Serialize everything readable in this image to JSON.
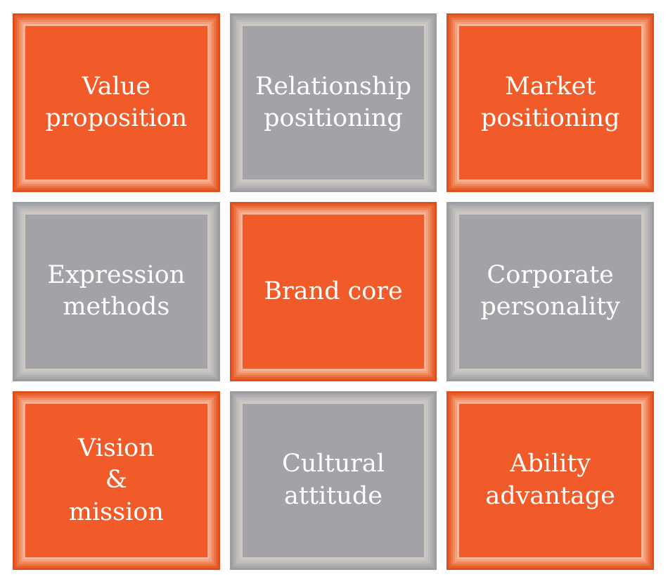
{
  "colors": {
    "background": "#FFFFFF",
    "text": "#FFFFFF",
    "orange_panel": "#F15A29",
    "orange_frame_outer": "#DF4E1D",
    "orange_frame_inner": "#F8B497",
    "gray_panel": "#A2A2A7",
    "gray_frame_outer": "#9B9CA0",
    "gray_frame_inner": "#CDC8C3"
  },
  "grid": {
    "rows": 3,
    "cols": 3,
    "cells": [
      {
        "label": "Value\nproposition",
        "variant": "orange"
      },
      {
        "label": "Relationship\npositioning",
        "variant": "gray"
      },
      {
        "label": "Market\npositioning",
        "variant": "orange"
      },
      {
        "label": "Expression\nmethods",
        "variant": "gray"
      },
      {
        "label": "Brand core",
        "variant": "orange"
      },
      {
        "label": "Corporate\npersonality",
        "variant": "gray"
      },
      {
        "label": "Vision\n&\nmission",
        "variant": "orange"
      },
      {
        "label": "Cultural\nattitude",
        "variant": "gray"
      },
      {
        "label": "Ability\nadvantage",
        "variant": "orange"
      }
    ]
  }
}
